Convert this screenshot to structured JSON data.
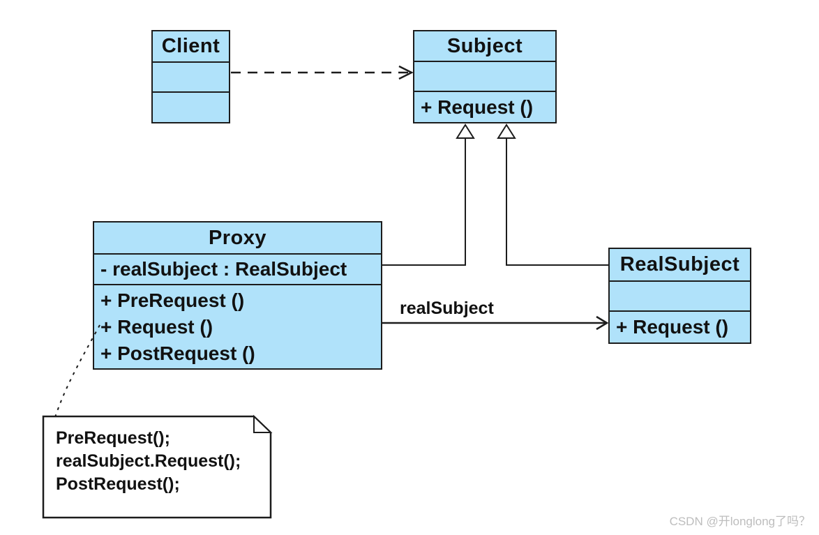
{
  "classes": {
    "client": {
      "name": "Client",
      "attributes": [],
      "methods": []
    },
    "subject": {
      "name": "Subject",
      "attributes": [],
      "methods": [
        "+ Request ()"
      ]
    },
    "proxy": {
      "name": "Proxy",
      "attributes": [
        "- realSubject : RealSubject"
      ],
      "methods": [
        "+ PreRequest ()",
        "+ Request ()",
        "+ PostRequest ()"
      ]
    },
    "real_subject": {
      "name": "RealSubject",
      "attributes": [],
      "methods": [
        "+ Request ()"
      ]
    }
  },
  "associations": {
    "proxy_to_realsubject_label": "realSubject"
  },
  "note": {
    "lines": [
      "PreRequest();",
      "realSubject.Request();",
      "PostRequest();"
    ]
  },
  "watermark": "CSDN @开longlong了吗？",
  "colors": {
    "class_fill": "#b0e2fa",
    "border": "#1c1c1c",
    "note_fill": "#ffffff",
    "watermark": "#bdbdbd",
    "background": "#ffffff"
  }
}
